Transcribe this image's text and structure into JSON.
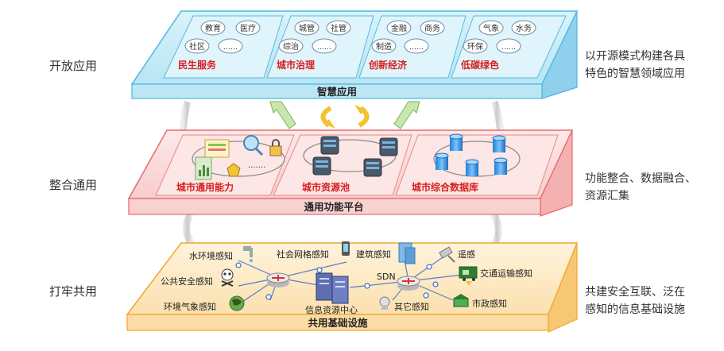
{
  "left_labels": {
    "top": "开放应用",
    "middle": "整合通用",
    "bottom": "打牢共用"
  },
  "right_notes": {
    "top": [
      "以开源模式构建各具",
      "特色的智慧领域应用"
    ],
    "middle": [
      "功能整合、数据融合、",
      "资源汇集"
    ],
    "bottom": [
      "共建安全互联、泛在",
      "感知的信息基础设施"
    ]
  },
  "top_layer": {
    "title": "智慧应用",
    "groups": [
      {
        "name": "民生服务",
        "tags": [
          "教育",
          "医疗",
          "社区",
          "……"
        ]
      },
      {
        "name": "城市治理",
        "tags": [
          "城管",
          "社管",
          "综治",
          "……"
        ]
      },
      {
        "name": "创新经济",
        "tags": [
          "金融",
          "商务",
          "制造",
          "……"
        ]
      },
      {
        "name": "低碳绿色",
        "tags": [
          "气象",
          "水务",
          "环保",
          "……"
        ]
      }
    ]
  },
  "middle_layer": {
    "title": "通用功能平台",
    "groups": [
      {
        "name": "城市通用能力"
      },
      {
        "name": "城市资源池"
      },
      {
        "name": "城市综合数据库"
      }
    ]
  },
  "bottom_layer": {
    "title": "共用基础设施",
    "nodes": {
      "water": "水环境感知",
      "social": "社会网格感知",
      "building": "建筑感知",
      "remote": "遥感",
      "public_safety": "公共安全感知",
      "sdn": "SDN",
      "traffic": "交通运输感知",
      "weather": "环境气象感知",
      "center": "信息资源中心",
      "other": "其它感知",
      "municipal": "市政感知"
    }
  },
  "colors": {
    "top_face": "#c9ecf7",
    "top_edge": "#4fb6df",
    "mid_face": "#fbdede",
    "mid_edge": "#e56b6b",
    "bot_face": "#fde9c4",
    "bot_edge": "#f1a52b",
    "group_red": "#d81e1e"
  }
}
